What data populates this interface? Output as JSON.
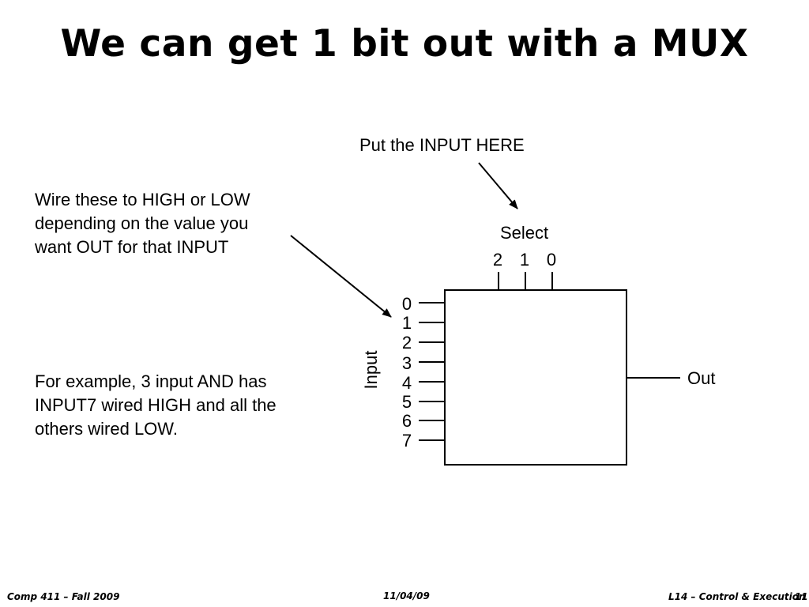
{
  "title": "We can get 1 bit out with a MUX",
  "annotations": {
    "put_input": "Put the INPUT HERE",
    "wire_these": [
      "Wire these to HIGH or LOW",
      "depending on the value you",
      "want OUT for that INPUT"
    ],
    "example": [
      "For example, 3 input AND has",
      "INPUT7 wired HIGH and all the",
      "others wired LOW."
    ]
  },
  "mux": {
    "select_label": "Select",
    "select_bits": [
      "2",
      "1",
      "0"
    ],
    "input_label": "Input",
    "inputs": [
      "0",
      "1",
      "2",
      "3",
      "4",
      "5",
      "6",
      "7"
    ],
    "output_label": "Out"
  },
  "footer": {
    "left": "Comp 411 – Fall 2009",
    "center": "11/04/09",
    "right": "L14 – Control & Execution",
    "page": "11"
  }
}
